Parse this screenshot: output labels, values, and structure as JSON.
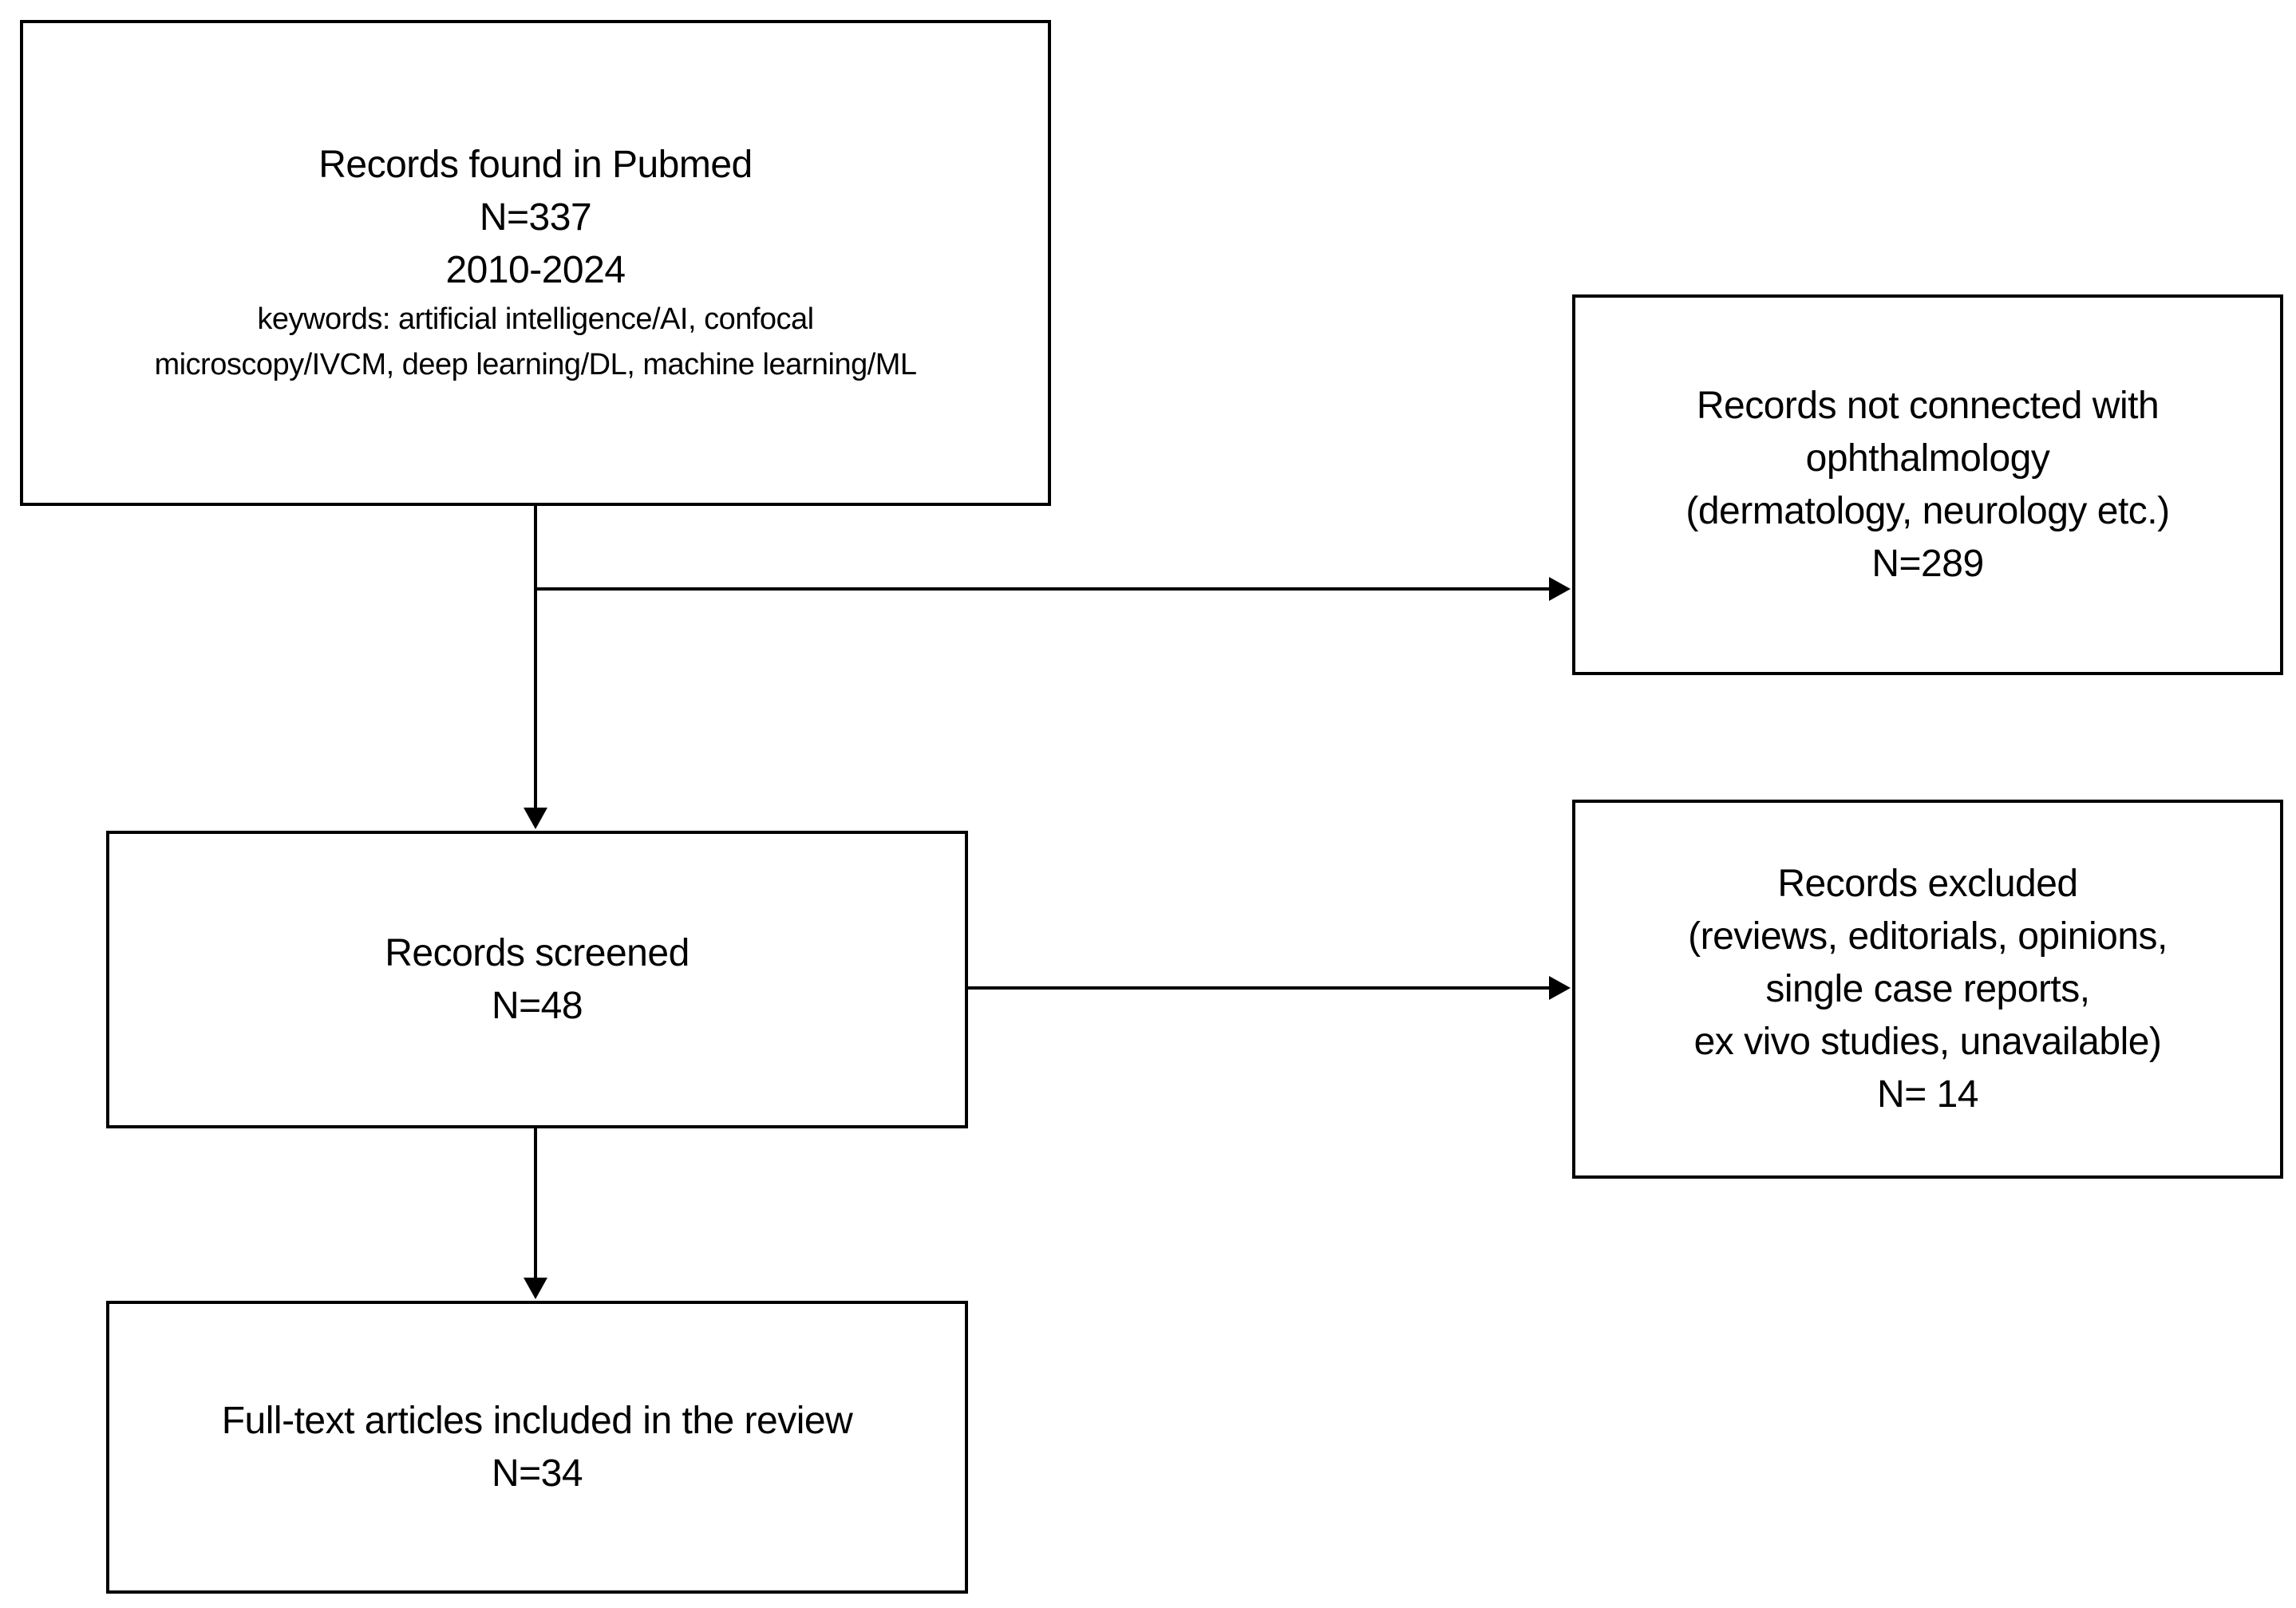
{
  "colors": {
    "background": "#ffffff",
    "box_border": "#000000",
    "text": "#000000",
    "arrow": "#000000"
  },
  "boxes": {
    "pubmed": {
      "line1": "Records found in Pubmed",
      "line2": "N=337",
      "line3": "2010-2024",
      "keywords_line1": "keywords: artificial intelligence/AI, confocal",
      "keywords_line2": "microscopy/IVCM, deep learning/DL, machine learning/ML"
    },
    "not_connected": {
      "line1": "Records not connected with",
      "line2": "ophthalmology",
      "line3": "(dermatology, neurology etc.)",
      "line4": "N=289"
    },
    "screened": {
      "line1": "Records screened",
      "line2": "N=48"
    },
    "excluded": {
      "line1": "Records excluded",
      "line2": "(reviews, editorials, opinions,",
      "line3": "single case reports,",
      "line4": "ex vivo studies, unavailable)",
      "line5": "N= 14"
    },
    "included": {
      "line1": "Full-text articles included in the review",
      "line2": "N=34"
    }
  }
}
